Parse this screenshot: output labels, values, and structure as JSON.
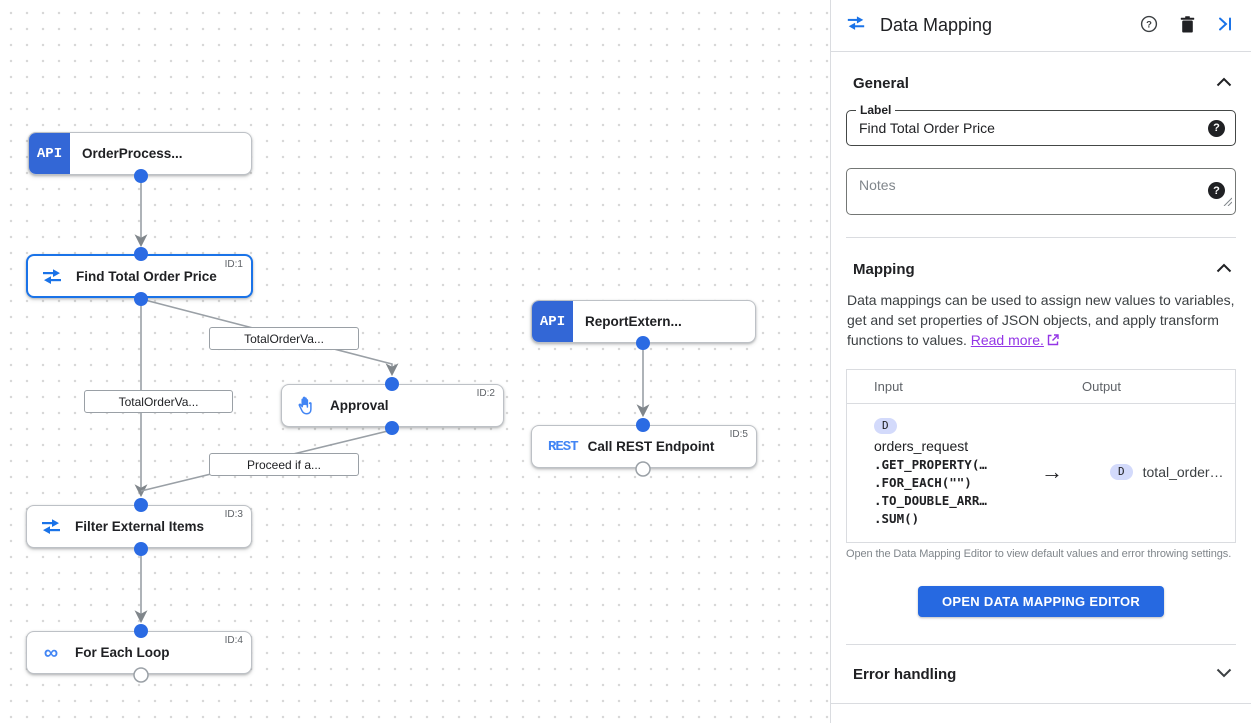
{
  "panel": {
    "title": "Data Mapping",
    "general": {
      "heading": "General",
      "label_field": {
        "label": "Label",
        "value": "Find Total Order Price"
      },
      "notes_placeholder": "Notes"
    },
    "mapping": {
      "heading": "Mapping",
      "description": "Data mappings can be used to assign new values to variables, get and set properties of JSON objects, and apply transform functions to values.",
      "read_more_label": "Read more.",
      "table": {
        "input_header": "Input",
        "output_header": "Output",
        "row": {
          "input_chip": "D",
          "input_var": "orders_request",
          "input_code": [
            ".GET_PROPERTY(…",
            ".FOR_EACH(\"\")",
            ".TO_DOUBLE_ARR…",
            ".SUM()"
          ],
          "output_chip": "D",
          "output_var": "total_order…"
        }
      },
      "caption": "Open the Data Mapping Editor to view default values and error throwing settings.",
      "button_label": "OPEN DATA MAPPING EDITOR"
    },
    "error_handling": {
      "heading": "Error handling"
    }
  },
  "canvas": {
    "nodes": [
      {
        "label": "OrderProcess...",
        "badge": "API",
        "id_label": ""
      },
      {
        "label": "Find Total Order Price",
        "id_label": "ID:1",
        "selected": true
      },
      {
        "label": "ReportExtern...",
        "badge": "API",
        "id_label": ""
      },
      {
        "label": "Approval",
        "id_label": "ID:2"
      },
      {
        "label": "Call REST Endpoint",
        "badge": "REST",
        "id_label": "ID:5"
      },
      {
        "label": "Filter External Items",
        "id_label": "ID:3"
      },
      {
        "label": "For Each Loop",
        "id_label": "ID:4"
      }
    ],
    "edge_labels": [
      {
        "text": "TotalOrderVa..."
      },
      {
        "text": "TotalOrderVa..."
      },
      {
        "text": "Proceed if a..."
      }
    ]
  },
  "icons": {
    "mapping_arrow": "→",
    "loop_glyph": "∞",
    "help_glyph": "?"
  },
  "colors": {
    "accent": "#1a73e8",
    "api_badge": "#3367d6",
    "rest_text": "#4285f4",
    "button": "#2669e1",
    "edge": "#9aa0a6",
    "link": "#9334e6",
    "chip_bg": "#d3dafb",
    "port_blue": "#2b6be3"
  }
}
